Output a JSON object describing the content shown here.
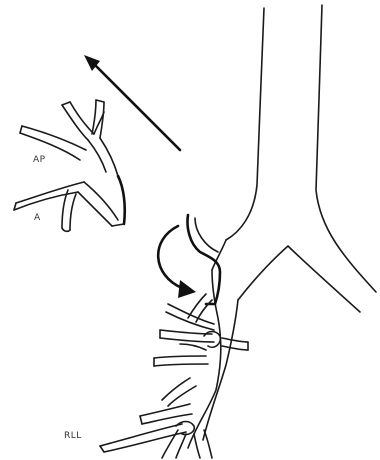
{
  "diagram": {
    "labels": {
      "ap": "AP",
      "a": "A",
      "rll": "RLL"
    },
    "colors": {
      "ink": "#1a1a1a",
      "background": "#ffffff"
    }
  }
}
